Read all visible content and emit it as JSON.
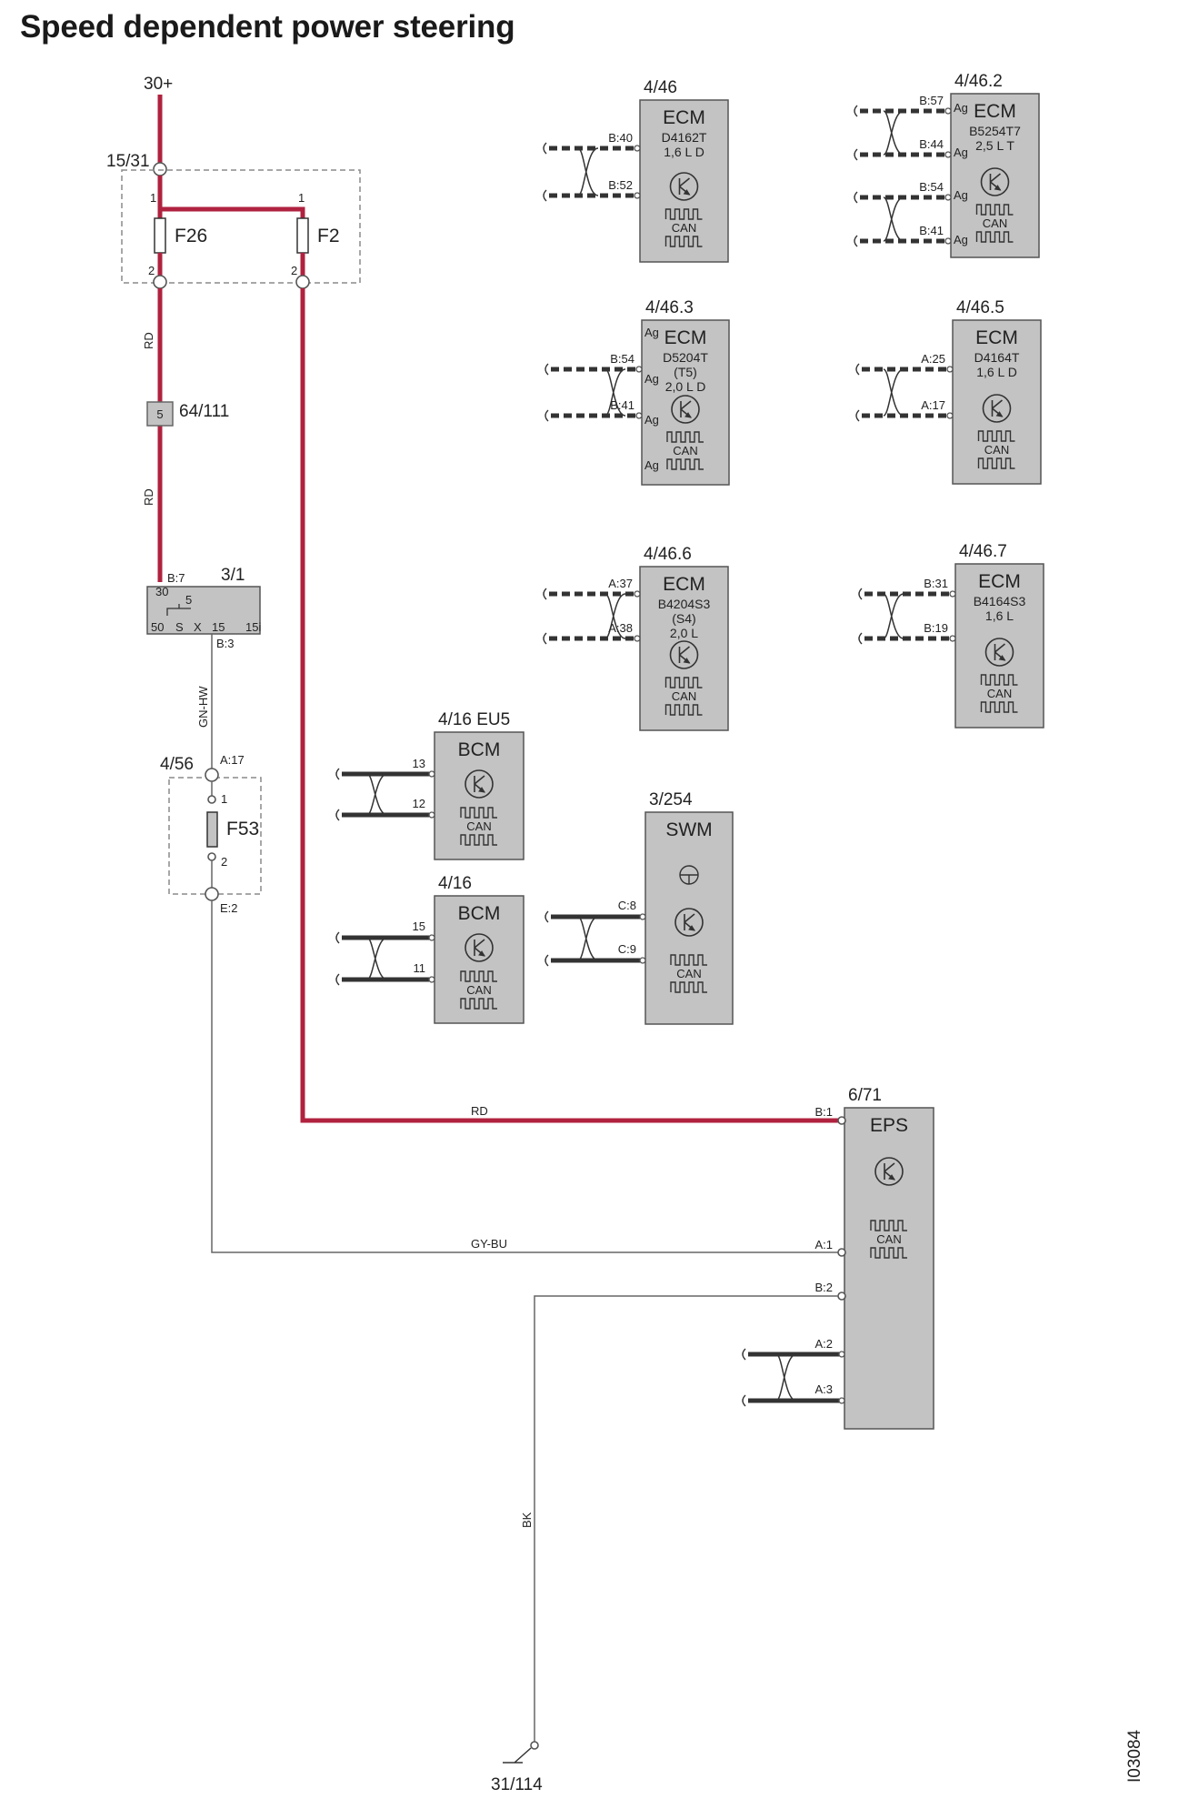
{
  "title": "Speed dependent power steering",
  "doc_ref": "I03084",
  "colors": {
    "power_wire": "#b0223f",
    "module_fill": "#c3c3c3",
    "module_stroke": "#555555",
    "thin_wire": "#666666",
    "dashed_box": "#8a8a8a"
  },
  "supply": {
    "label": "30+"
  },
  "ground": {
    "label": "31/114"
  },
  "fuse_box_main": {
    "id": "15/31",
    "fuses": [
      {
        "name": "F26",
        "pin_top": "1",
        "pin_bottom": "2"
      },
      {
        "name": "F2",
        "pin_top": "1",
        "pin_bottom": "2"
      }
    ]
  },
  "connector": {
    "pin": "5",
    "id": "64/111"
  },
  "wire_labels": {
    "rd1": "RD",
    "rd2": "RD",
    "gn_hw": "GN-HW",
    "rd_eps": "RD",
    "gy_bu": "GY-BU",
    "bk": "BK"
  },
  "ignition_switch": {
    "id": "3/1",
    "pin_in": "B:7",
    "pin_out": "B:3",
    "inner_top": [
      "30",
      "5"
    ],
    "inner_bottom": [
      "50",
      "S",
      "X",
      "15",
      "15i"
    ]
  },
  "fuse_box_aux": {
    "id": "4/56",
    "pin_in": "A:17",
    "pin_out": "E:2",
    "fuse": "F53",
    "pin_top": "1",
    "pin_bottom": "2"
  },
  "ecms": [
    {
      "id": "4/46",
      "name": "ECM",
      "lines": [
        "D4162T",
        "1,6 L D"
      ],
      "pins": [
        "B:40",
        "B:52"
      ]
    },
    {
      "id": "4/46.2",
      "name": "ECM",
      "lines": [
        "B5254T7",
        "2,5 L T"
      ],
      "pins": [
        "B:57",
        "B:44",
        "B:54",
        "B:41"
      ]
    },
    {
      "id": "4/46.3",
      "name": "ECM",
      "lines": [
        "D5204T",
        "(T5)",
        "2,0 L D"
      ],
      "pins": [
        "B:54",
        "B:41"
      ]
    },
    {
      "id": "4/46.5",
      "name": "ECM",
      "lines": [
        "D4164T",
        "1,6 L D"
      ],
      "pins": [
        "A:25",
        "A:17"
      ]
    },
    {
      "id": "4/46.6",
      "name": "ECM",
      "lines": [
        "B4204S3",
        "(S4)",
        "2,0 L"
      ],
      "pins": [
        "A:37",
        "A:38"
      ]
    },
    {
      "id": "4/46.7",
      "name": "ECM",
      "lines": [
        "B4164S3",
        "1,6 L"
      ],
      "pins": [
        "B:31",
        "B:19"
      ]
    }
  ],
  "ag_label": "Ag",
  "can_label": "CAN",
  "bcm_eu5": {
    "id": "4/16 EU5",
    "name": "BCM",
    "pins": [
      "13",
      "12"
    ]
  },
  "bcm": {
    "id": "4/16",
    "name": "BCM",
    "pins": [
      "15",
      "11"
    ]
  },
  "swm": {
    "id": "3/254",
    "name": "SWM",
    "pins": [
      "C:8",
      "C:9"
    ]
  },
  "eps": {
    "id": "6/71",
    "name": "EPS",
    "pins": [
      "B:1",
      "A:1",
      "B:2",
      "A:2",
      "A:3"
    ]
  }
}
